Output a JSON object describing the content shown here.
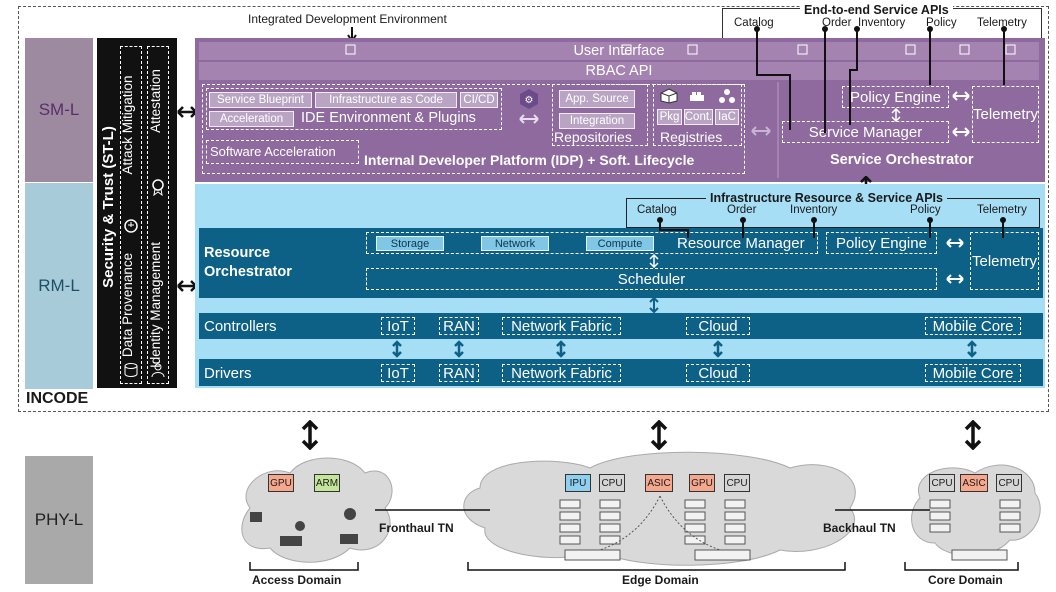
{
  "ide": {
    "label": "Integrated Development Environment"
  },
  "e2e": {
    "title": "End-to-end Service APIs",
    "apis": [
      "Catalog",
      "Order",
      "Inventory",
      "Policy",
      "Telemetry"
    ]
  },
  "layers": {
    "sml": "SM-L",
    "rml": "RM-L",
    "phyl": "PHY-L",
    "incode": "INCODE"
  },
  "stl": {
    "title": "Security & Trust (ST-L)",
    "items": [
      "Data Provenance",
      "Attack Mitigation",
      "Identity Management",
      "Attestation"
    ]
  },
  "sm": {
    "user_interface": "User Interface",
    "rbac": "RBAC API",
    "idp": {
      "service_blueprint": "Service Blueprint",
      "iac": "Infrastructure as Code",
      "cicd": "CI/CD",
      "acceleration": "Acceleration",
      "ide_env": "IDE Environment & Plugins",
      "software_acceleration": "Software Acceleration",
      "title": "Internal Developer Platform (IDP) + Soft. Lifecycle"
    },
    "repositories": {
      "app_source": "App. Source",
      "integration": "Integration",
      "title": "Repositories"
    },
    "registries": {
      "items": [
        "Pkg",
        "Cont.",
        "IaC"
      ],
      "title": "Registries"
    },
    "orchestrator": {
      "policy_engine": "Policy Engine",
      "service_manager": "Service Manager",
      "telemetry": "Telemetry",
      "title": "Service Orchestrator"
    }
  },
  "infra": {
    "title": "Infrastructure Resource & Service APIs",
    "apis": [
      "Catalog",
      "Order",
      "Inventory",
      "Policy",
      "Telemetry"
    ]
  },
  "rm": {
    "orchestrator_title": "Resource Orchestrator",
    "storage": "Storage",
    "network": "Network",
    "compute": "Compute",
    "resource_manager": "Resource Manager",
    "policy_engine": "Policy Engine",
    "scheduler": "Scheduler",
    "telemetry": "Telemetry",
    "controllers": {
      "label": "Controllers",
      "items": [
        "IoT",
        "RAN",
        "Network Fabric",
        "Cloud",
        "Mobile Core"
      ]
    },
    "drivers": {
      "label": "Drivers",
      "items": [
        "IoT",
        "RAN",
        "Network Fabric",
        "Cloud",
        "Mobile Core"
      ]
    }
  },
  "phy": {
    "access": {
      "chips": [
        "GPU",
        "ARM"
      ],
      "label": "Access Domain"
    },
    "edge": {
      "chips": [
        "IPU",
        "CPU",
        "ASIC",
        "GPU",
        "CPU"
      ],
      "label": "Edge Domain"
    },
    "core": {
      "chips": [
        "CPU",
        "ASIC",
        "CPU"
      ],
      "label": "Core Domain"
    },
    "fronthaul": "Fronthaul TN",
    "backhaul": "Backhaul TN"
  },
  "colors": {
    "sm_purple": "#8e6a9e",
    "sm_band": "#a583b1",
    "rm_light": "#a5def5",
    "rm_dark": "#0e6186",
    "stl_black": "#111111",
    "chip_orange": "#f6a88f",
    "chip_blue": "#8fd0ef",
    "chip_green": "#c3e69a",
    "chip_gray": "#d5d5d5"
  }
}
